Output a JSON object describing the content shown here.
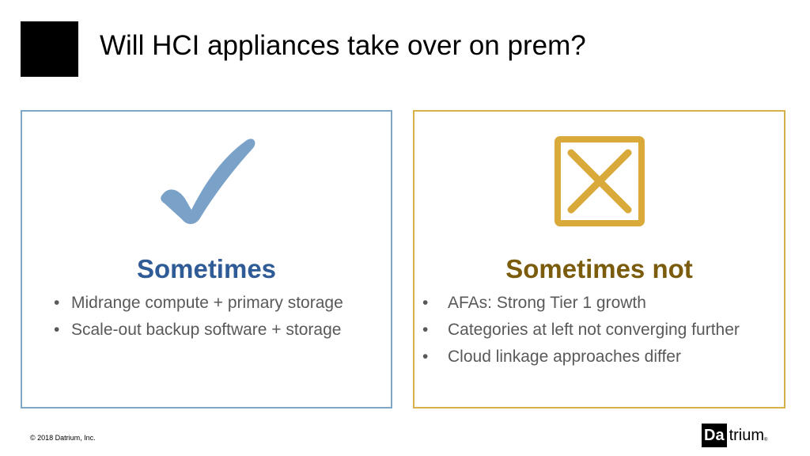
{
  "slide": {
    "title": "Will HCI appliances take over on prem?"
  },
  "left_panel": {
    "icon": "checkmark-icon",
    "heading": "Sometimes",
    "bullets": [
      "Midrange compute + primary storage",
      "Scale-out backup software + storage"
    ]
  },
  "right_panel": {
    "icon": "x-box-icon",
    "heading": "Sometimes not",
    "bullets": [
      "AFAs: Strong Tier 1 growth",
      "Categories at left not converging further",
      "Cloud linkage approaches differ"
    ]
  },
  "footer": {
    "copyright": "© 2018 Datrium, Inc.",
    "logo_box": "Da",
    "logo_rest": "trium",
    "logo_mark": "®"
  },
  "bullet_glyph": "•",
  "colors": {
    "left_border": "#7fa6c4",
    "right_border": "#d8b04a",
    "check": "#7aa2c9",
    "cross": "#d9a93a",
    "left_heading": "#2f5b96",
    "right_heading": "#7a5c0c",
    "bullet_text": "#595959"
  }
}
